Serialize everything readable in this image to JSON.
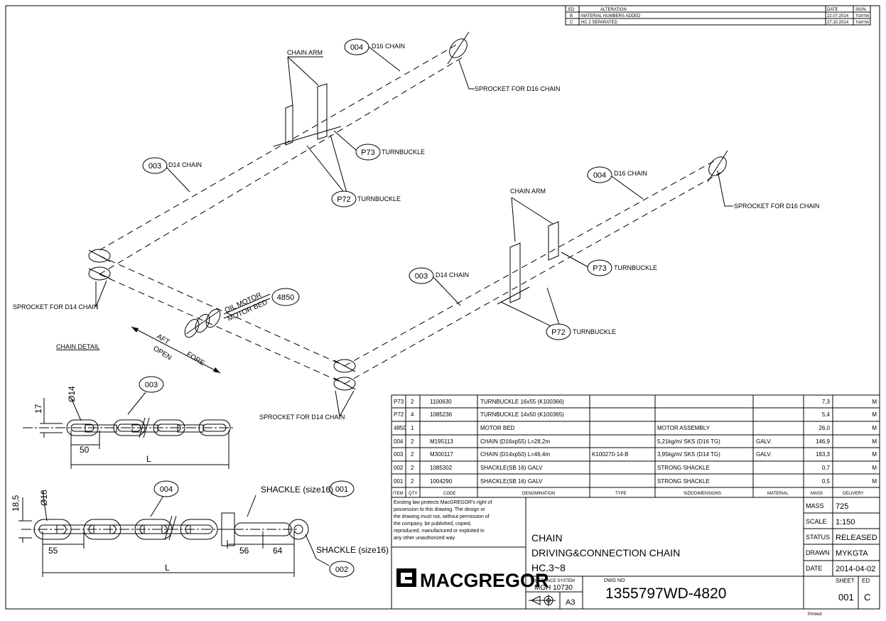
{
  "revision_table": {
    "headers": [
      "ED",
      "ALTERATION",
      "DATE",
      "SIGN."
    ],
    "rows": [
      [
        "B",
        "MATERIAL NUMBERS ADDED",
        "22.07.2014",
        "TGRTMI"
      ],
      [
        "C",
        "HC 2 SEPARATED",
        "27.10.2014",
        "TGRTMI"
      ]
    ]
  },
  "drawing_labels": {
    "chain_arm": "CHAIN ARM",
    "d16_chain": "D16 CHAIN",
    "d14_chain": "D14 CHAIN",
    "turnbuckle": "TURNBUCKLE",
    "sprocket_d16": "SPROCKET FOR D16 CHAIN",
    "sprocket_d14": "SPROCKET FOR D14 CHAIN",
    "oil_motor": "OIL MOTOR",
    "motor_bed": "MOTOR BED",
    "aft": "AFT",
    "open": "OPEN",
    "fore": "FORE",
    "chain_detail": "CHAIN DETAIL",
    "shackle_size16": "SHACKLE (size16)"
  },
  "balloons": {
    "b004": "004",
    "b003": "003",
    "b001": "001",
    "b002": "002",
    "p73": "P73",
    "p72": "P72",
    "b4850": "4850"
  },
  "dimensions": {
    "d14": "Ø14",
    "d16": "Ø16",
    "h17": "17",
    "h18_5": "18,5",
    "w50": "50",
    "w55": "55",
    "w56": "56",
    "w64": "64",
    "L": "L"
  },
  "parts_list": {
    "headers": [
      "ITEM",
      "QTY",
      "CODE",
      "DENOMINATION",
      "TYPE",
      "SIZE/DIMENSIONS",
      "MATERIAL",
      "MASS",
      "DELIVERY"
    ],
    "rows": [
      [
        "P73",
        "2",
        "1100630",
        "TURNBUCKLE 16x55 (K100366)",
        "",
        "",
        "",
        "7,3",
        "M"
      ],
      [
        "P72",
        "4",
        "1085236",
        "TURNBUCKLE 14x50 (K100365)",
        "",
        "",
        "",
        "5,4",
        "M"
      ],
      [
        "4850",
        "1",
        "",
        "MOTOR BED",
        "",
        "MOTOR ASSEMBLY",
        "",
        "26,0",
        "M"
      ],
      [
        "004",
        "2",
        "M195113",
        "CHAIN (D16xp55) L=28,2m",
        "",
        "5,21kg/m/ SKS (D16 TG)",
        "GALV.",
        "146,9",
        "M"
      ],
      [
        "003",
        "2",
        "M300117",
        "CHAIN (D14xp50) L=46,4m",
        "K100270-14-B",
        "3,95kg/m/ SKS (D14 TG)",
        "GALV.",
        "183,3",
        "M"
      ],
      [
        "002",
        "2",
        "1085302",
        "SHACKLE(SB 16) GALV",
        "",
        "STRONG SHACKLE",
        "",
        "0,7",
        "M"
      ],
      [
        "001",
        "2",
        "1004290",
        "SHACKLE(SB 16) GALV",
        "",
        "STRONG SHACKLE",
        "",
        "0,5",
        "M"
      ]
    ]
  },
  "title_block": {
    "legal_lines": [
      "Existing law protects MacGREGOR's right of",
      "possession to this drawing. The design or",
      "the drawing must not, without permission of",
      "the company, be published, copied,",
      "reproduced, manufactured or exploited in",
      "any other unauthorized way."
    ],
    "title_1": "CHAIN",
    "title_2": "DRIVING&CONNECTION CHAIN",
    "title_3": "HC.3~8",
    "company": "MACGREGOR",
    "tolerance_label": "TOLERANCE SYSTEM",
    "tolerance_value": "MGH 10730",
    "paper_size": "A3",
    "dwg_label": "DWG NO",
    "dwg_no": "1355797WD-4820",
    "mass_label": "MASS",
    "mass": "725",
    "scale_label": "SCALE",
    "scale": "1:150",
    "status_label": "STATUS",
    "status": "RELEASED",
    "drawn_label": "DRAWN",
    "drawn": "MYKGTA",
    "date_label": "DATE",
    "date": "2014-04-02",
    "sheet_label": "SHEET",
    "sheet": "001",
    "ed_label": "ED",
    "ed": "C",
    "printed_label": "Printed:"
  }
}
